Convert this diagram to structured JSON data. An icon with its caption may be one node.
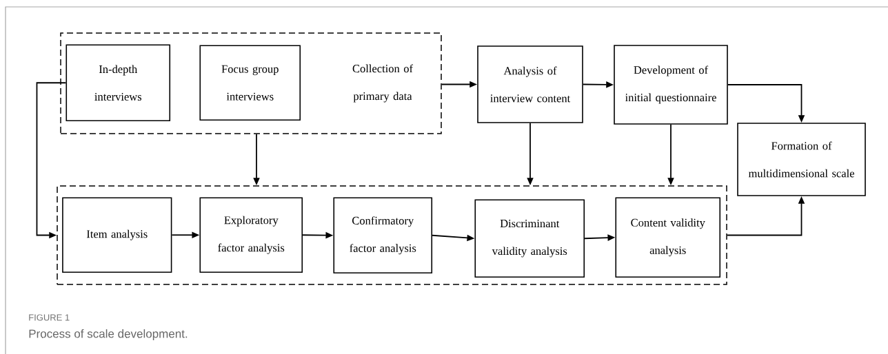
{
  "diagram": {
    "caption": "Process of scale development.",
    "nodes": [
      {
        "text": [
          "Collection of primary data"
        ]
      },
      {
        "text": [
          "In-depth interviews"
        ],
        "in": 0
      },
      {
        "text": [
          "Focus group interviews"
        ],
        "in": 0
      },
      {
        "text": [
          "Analysis of interview content"
        ]
      },
      {
        "text": [
          "Development of initial questionnaire"
        ]
      },
      {
        "text": [
          "Formation of multidimensional scale"
        ]
      },
      {
        "text": [],
        "shape": "box"
      },
      {
        "text": [
          "Item analysis"
        ],
        "in": 6
      },
      {
        "text": [
          "Exploratory factor analysis"
        ],
        "in": 6
      },
      {
        "text": [
          "Confirmatory factor analysis"
        ],
        "in": 6
      },
      {
        "text": [
          "Discriminant validity analysis"
        ],
        "in": 6
      },
      {
        "text": [
          "Content validity analysis"
        ],
        "in": 6
      }
    ],
    "edges": [
      {
        "from": 0,
        "to": 3,
        "arrow": "to"
      },
      {
        "from": 3,
        "to": 4,
        "arrow": "to"
      },
      {
        "from": 4,
        "to": 5,
        "arrow": "to"
      },
      {
        "from": 0,
        "to": 6,
        "arrow": "to"
      },
      {
        "from": 3,
        "to": 6,
        "arrow": "to"
      },
      {
        "from": 4,
        "to": 6,
        "arrow": "to"
      },
      {
        "from": 1,
        "to": 6,
        "arrow": "to"
      },
      {
        "from": 7,
        "to": 8,
        "arrow": "to"
      },
      {
        "from": 8,
        "to": 9,
        "arrow": "to"
      },
      {
        "from": 9,
        "to": 10,
        "arrow": "to"
      },
      {
        "from": 10,
        "to": 11,
        "arrow": "to"
      },
      {
        "from": 6,
        "to": 5,
        "arrow": "to"
      }
    ],
    "labels": [
      "FIGURE 1"
    ]
  }
}
